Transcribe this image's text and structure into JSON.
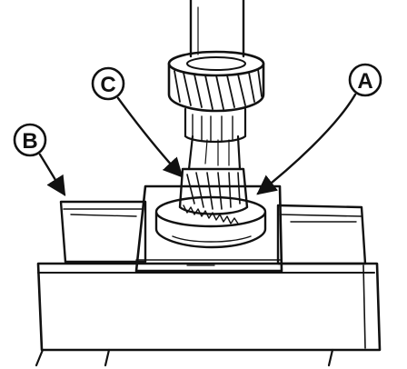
{
  "callouts": {
    "a": {
      "letter": "A"
    },
    "b": {
      "letter": "B"
    },
    "c": {
      "letter": "C"
    }
  },
  "colors": {
    "ink": "#111111",
    "paper": "#ffffff"
  }
}
